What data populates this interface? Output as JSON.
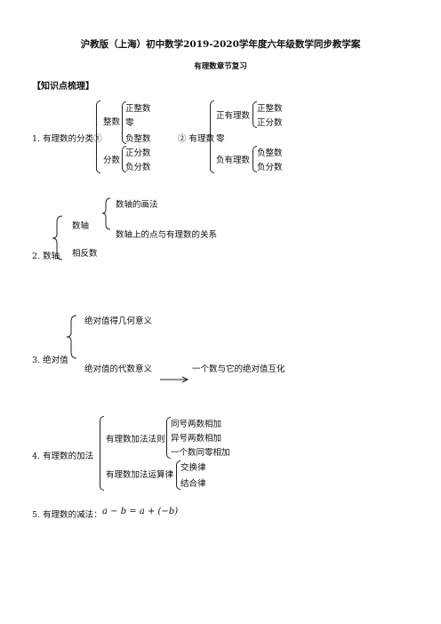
{
  "doc": {
    "title": "沪教版（上海）初中数学2019-2020学年度六年级数学同步教学案",
    "subtitle": "有理数章节复习",
    "section": "【知识点梳理】"
  },
  "s1": {
    "label": "1. 有理数的分类①",
    "integer": "整数",
    "pos_int": "正整数",
    "zero": "零",
    "neg_int": "负整数",
    "fraction": "分数",
    "pos_frac": "正分数",
    "neg_frac": "负分数",
    "label2": "② 有理数",
    "pos_rat": "正有理数",
    "zero2": "零",
    "neg_rat": "负有理数",
    "b_pos_int": "正整数",
    "b_pos_frac": "正分数",
    "b_neg_int": "负整数",
    "b_neg_frac": "负分数"
  },
  "s2": {
    "label": "2. 数轴",
    "axis": "数轴",
    "drawing": "数轴的画法",
    "relation": "数轴上的点与有理数的关系",
    "opposite": "相反数"
  },
  "s3": {
    "label": "3. 绝对值",
    "geometric": "绝对值得几何意义",
    "algebraic": "绝对值的代数意义",
    "mutual": "一个数与它的绝对值互化"
  },
  "s4": {
    "label": "4.   有理数的加法",
    "rule": "有理数加法法则",
    "same_sign": "同号两数相加",
    "diff_sign": "异号两数相加",
    "with_zero": "一个数同零相加",
    "laws": "有理数加法运算律",
    "commutative": "交换律",
    "associative": "结合律"
  },
  "s5": {
    "label": "5. 有理数的减法：",
    "formula": "a − b = a + (−b)"
  }
}
